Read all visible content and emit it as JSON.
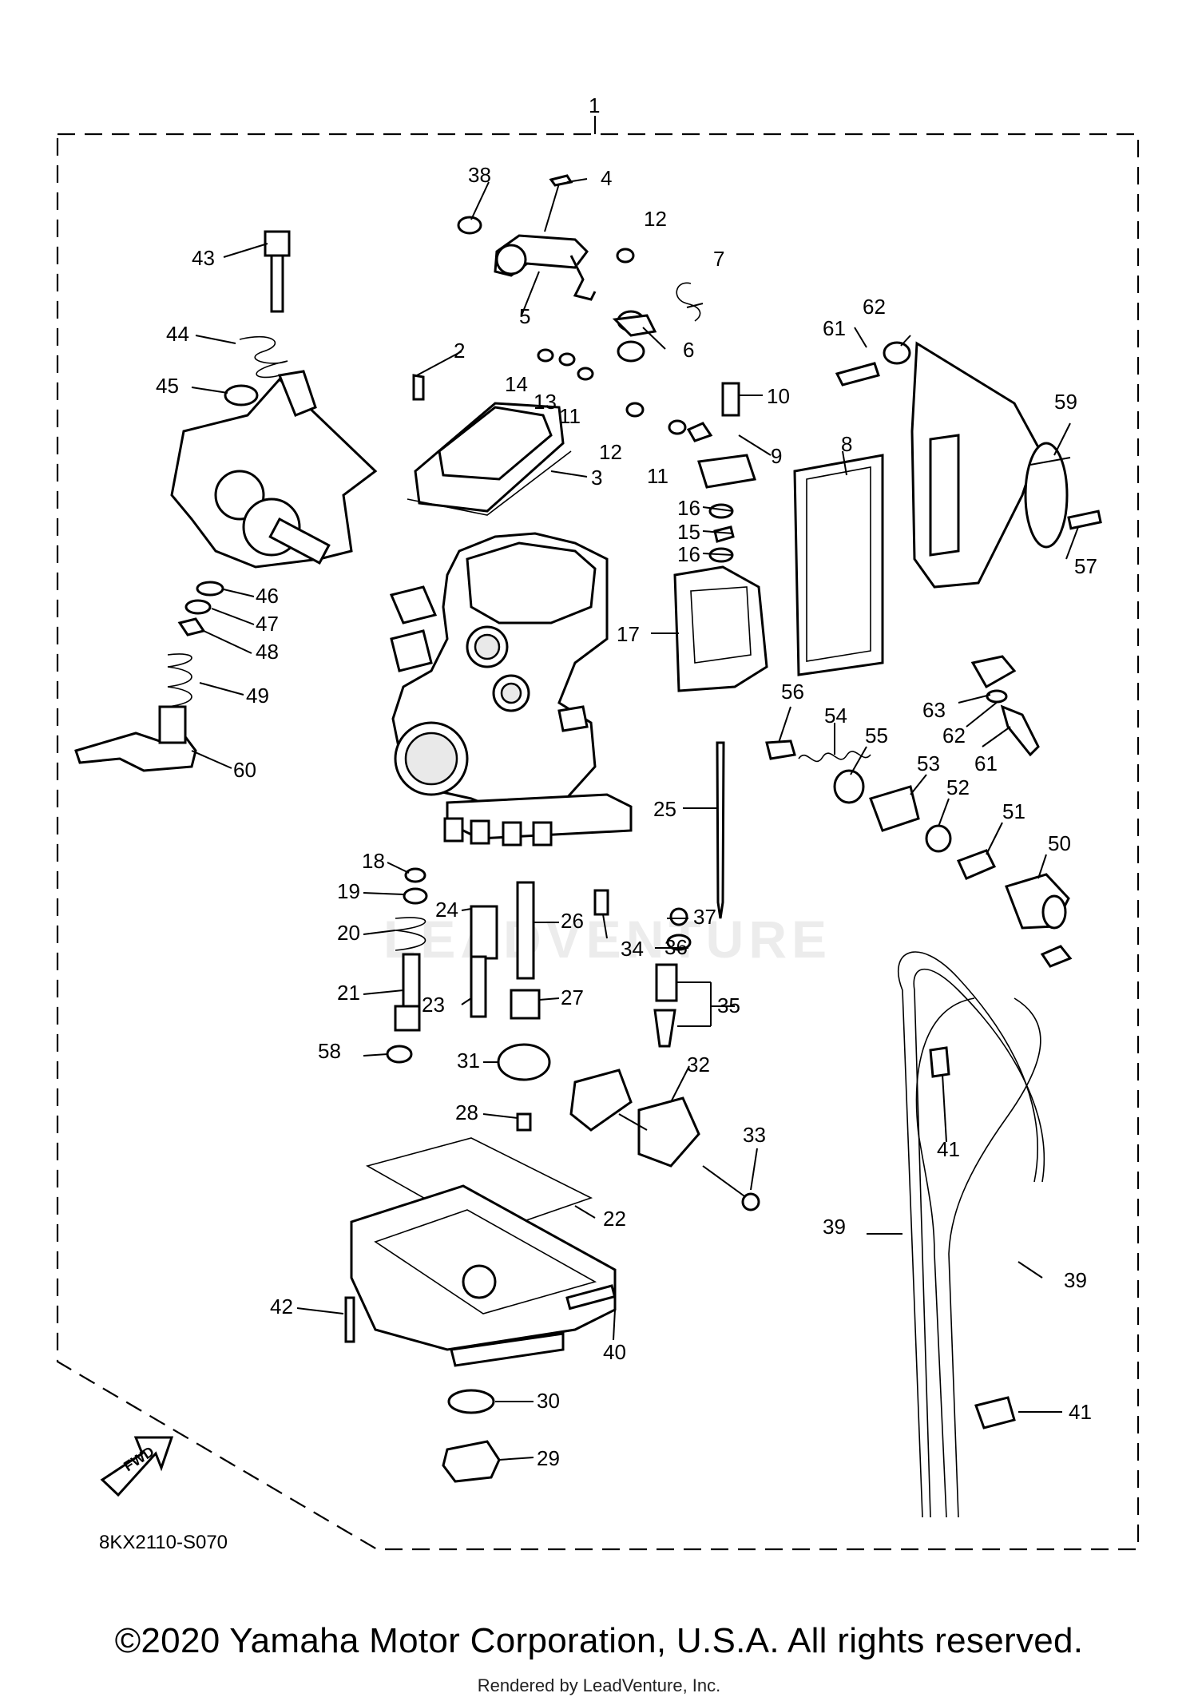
{
  "diagram_code": "8KX2110-S070",
  "fwd_label": "FWD",
  "watermark": "LEADVENTURE",
  "copyright": "©2020 Yamaha Motor Corporation, U.S.A. All rights reserved.",
  "rendered_by": "Rendered by LeadVenture, Inc.",
  "callouts": [
    "1",
    "2",
    "3",
    "4",
    "5",
    "6",
    "7",
    "8",
    "9",
    "10",
    "11",
    "11",
    "12",
    "12",
    "13",
    "14",
    "15",
    "16",
    "16",
    "17",
    "18",
    "19",
    "20",
    "21",
    "22",
    "23",
    "24",
    "25",
    "26",
    "27",
    "28",
    "29",
    "30",
    "31",
    "32",
    "33",
    "34",
    "35",
    "36",
    "37",
    "38",
    "39",
    "39",
    "40",
    "41",
    "41",
    "42",
    "43",
    "44",
    "45",
    "46",
    "47",
    "48",
    "49",
    "50",
    "51",
    "52",
    "53",
    "54",
    "55",
    "56",
    "57",
    "58",
    "59",
    "60",
    "61",
    "61",
    "62",
    "62",
    "63"
  ]
}
